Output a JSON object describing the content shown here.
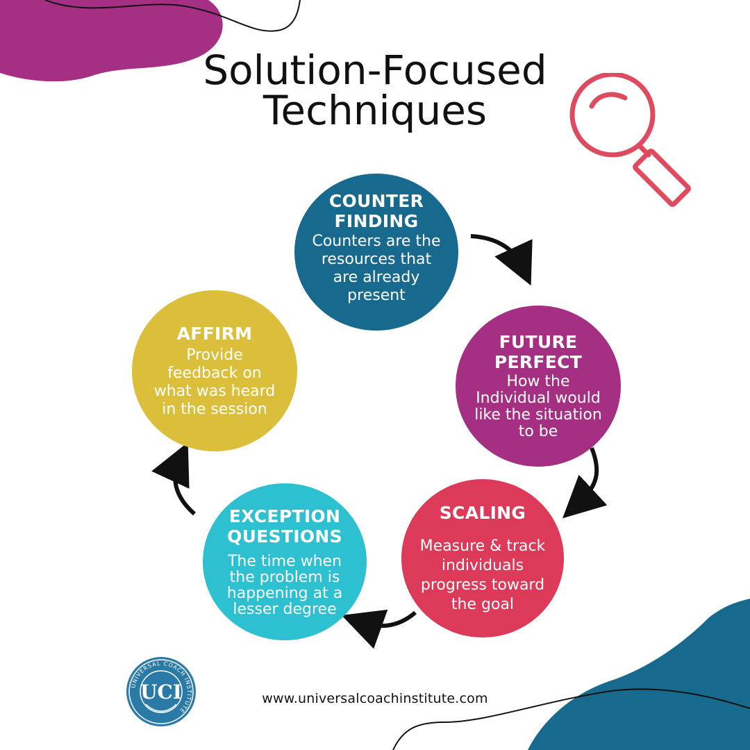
{
  "title": {
    "line1": "Solution-Focused",
    "line2": "Techniques"
  },
  "steps": [
    {
      "heading_line1": "COUNTER",
      "heading_line2": "FINDING",
      "desc": [
        "Counters are the",
        "resources that",
        "are already",
        "present"
      ],
      "color": "#176a8e"
    },
    {
      "heading_line1": "FUTURE",
      "heading_line2": "PERFECT",
      "desc": [
        "How the",
        "Individual would",
        "like the situation",
        "to be"
      ],
      "color": "#a52f83"
    },
    {
      "heading_line1": "SCALING",
      "heading_line2": "",
      "desc": [
        "Measure & track",
        "individuals",
        "progress toward",
        "the goal"
      ],
      "color": "#dc3a58"
    },
    {
      "heading_line1": "EXCEPTION",
      "heading_line2": "QUESTIONS",
      "desc": [
        "The time when",
        "the problem is",
        "happening at a",
        "lesser degree"
      ],
      "color": "#2cc0d0"
    },
    {
      "heading_line1": "AFFIRM",
      "heading_line2": "",
      "desc": [
        "Provide",
        "feedback on",
        "what was heard",
        "in the session"
      ],
      "color": "#dbbf3a"
    }
  ],
  "logo": {
    "text": "UCI",
    "ring_text": "UNIVERSAL COACH INSTITUTE",
    "color": "#2a7aa8"
  },
  "footer": {
    "url": "www.universalcoachinstitute.com"
  },
  "icons": [
    "magnifying-glass-icon",
    "arrow-icon"
  ],
  "colors": {
    "accent_purple": "#a52f83",
    "accent_teal": "#176a8e",
    "magnifier": "#de4a5e"
  }
}
